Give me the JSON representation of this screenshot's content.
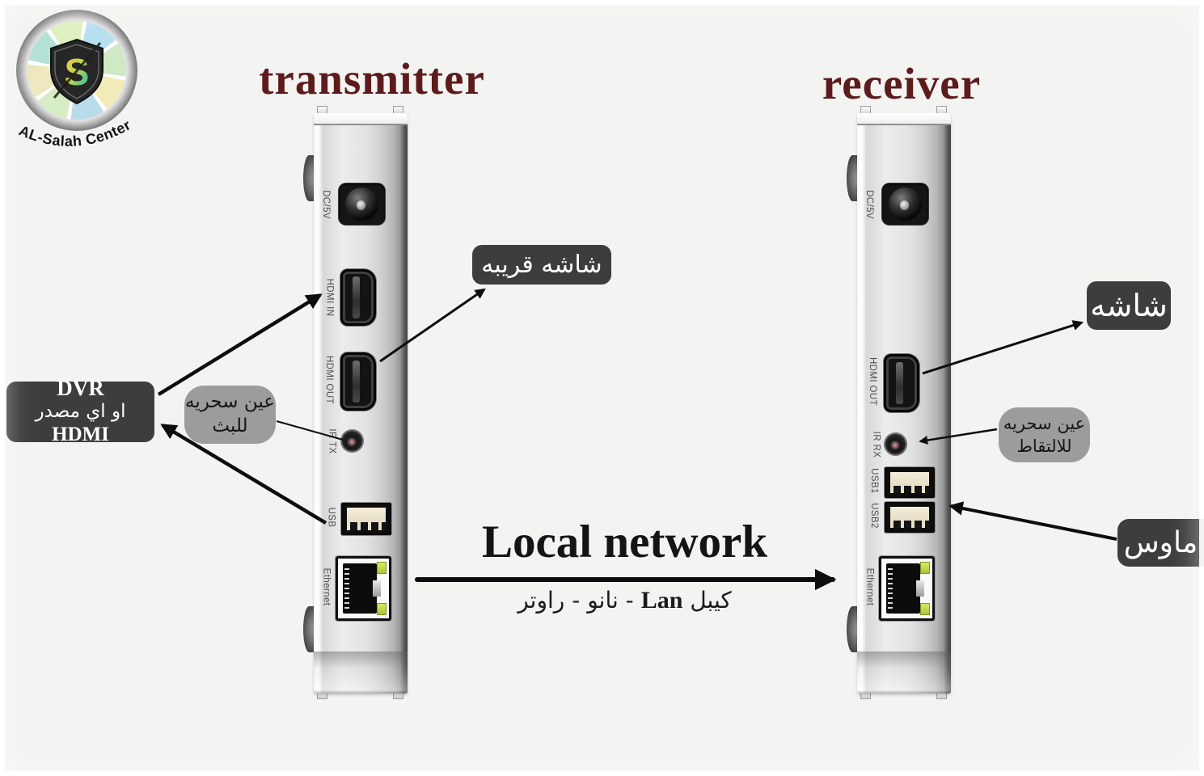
{
  "logo": {
    "brand": "AL-Salah Center",
    "shield_letter": "S"
  },
  "titles": {
    "transmitter": "transmitter",
    "receiver": "receiver"
  },
  "devices": {
    "transmitter": {
      "ports": {
        "dc": "DC/5V",
        "hdmi_in": "HDMI IN",
        "hdmi_out": "HDMI OUT",
        "ir": "IR TX",
        "usb": "USB",
        "ethernet": "Ethernet"
      }
    },
    "receiver": {
      "ports": {
        "dc": "DC/5V",
        "hdmi_out": "HDMI OUT",
        "ir": "IR RX",
        "usb1": "USB1",
        "usb2": "USB2",
        "ethernet": "Ethernet"
      }
    }
  },
  "callouts": {
    "near_screen": "شاشه قريبه",
    "dvr": {
      "line1": "DVR",
      "line2_ar": "او اي مصدر",
      "line2_latin": "HDMI"
    },
    "magic_eye_tx": {
      "line1": "عين سحريه",
      "line2": "للبث"
    },
    "screen": "شاشه",
    "magic_eye_rx": {
      "line1": "عين سحريه",
      "line2": "للالتقاط"
    },
    "mouse": "ماوس"
  },
  "network": {
    "title": "Local network",
    "sub_ar1": "كيبل",
    "sub_latin": "Lan",
    "sub_ar2": "- نانو - راوتر"
  },
  "colors": {
    "accent_maroon": "#5c1c1c",
    "callout_dark": "#3d3d3d",
    "callout_gray": "#9c9c9c",
    "led_green": "#b8d944",
    "background": "#f3f3f1"
  }
}
